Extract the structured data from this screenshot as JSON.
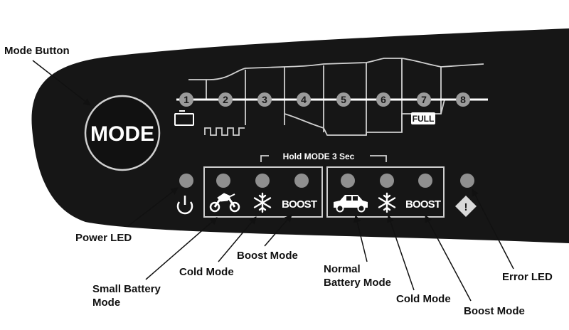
{
  "device": {
    "mode_button_text": "MODE",
    "hold_label": "Hold MODE 3 Sec",
    "full_label": "FULL",
    "stages": [
      "1",
      "2",
      "3",
      "4",
      "5",
      "6",
      "7",
      "8"
    ],
    "boost_small": "BOOST",
    "boost_normal": "BOOST",
    "error_symbol": "!"
  },
  "callouts": {
    "mode_button": "Mode Button",
    "power_led": "Power LED",
    "small_battery_line1": "Small Battery",
    "small_battery_line2": "Mode",
    "cold_mode_left": "Cold Mode",
    "boost_mode_left": "Boost Mode",
    "normal_battery_line1": "Normal",
    "normal_battery_line2": "Battery Mode",
    "cold_mode_right": "Cold Mode",
    "boost_mode_right": "Boost Mode",
    "error_led": "Error LED"
  },
  "colors": {
    "panel": "#161616",
    "led": "#8f8f8f",
    "outline": "#cfcfcf",
    "text": "#111111"
  },
  "icons": {
    "power": "power-icon",
    "motorcycle": "motorcycle-icon",
    "snowflake": "snowflake-icon",
    "car": "car-icon",
    "battery": "battery-icon",
    "pulse": "pulse-icon",
    "error": "warning-diamond-icon"
  }
}
